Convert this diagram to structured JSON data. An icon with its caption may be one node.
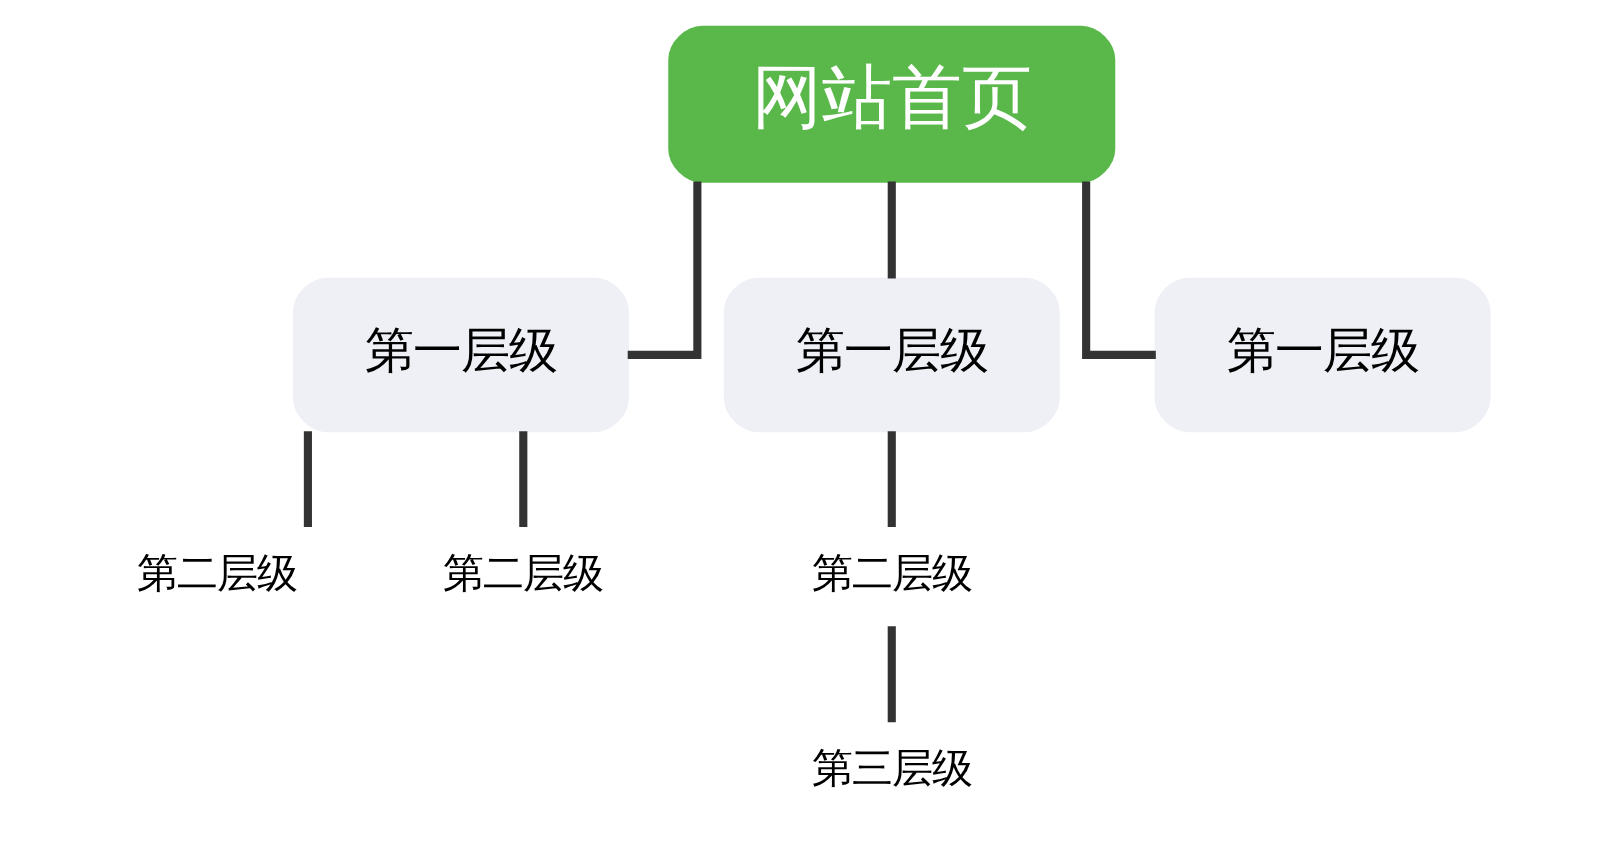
{
  "diagram": {
    "nodes": [
      {
        "text": [
          "网站首页"
        ]
      },
      {
        "text": [
          "第一层级"
        ]
      },
      {
        "text": [
          "第一层级"
        ]
      },
      {
        "text": [
          "第一层级"
        ]
      },
      {
        "text": [
          "第二层级"
        ]
      },
      {
        "text": [
          "第二层级"
        ]
      },
      {
        "text": [
          "第二层级"
        ]
      },
      {
        "text": [
          "第三层级"
        ]
      }
    ],
    "edges": [
      {
        "from": 0,
        "to": 1,
        "arrow": "none"
      },
      {
        "from": 0,
        "to": 2,
        "arrow": "none"
      },
      {
        "from": 0,
        "to": 3,
        "arrow": "none"
      },
      {
        "from": 1,
        "to": 4,
        "arrow": "none"
      },
      {
        "from": 1,
        "to": 5,
        "arrow": "none"
      },
      {
        "from": 2,
        "to": 6,
        "arrow": "none"
      },
      {
        "from": 6,
        "to": 7,
        "arrow": "none"
      }
    ]
  }
}
